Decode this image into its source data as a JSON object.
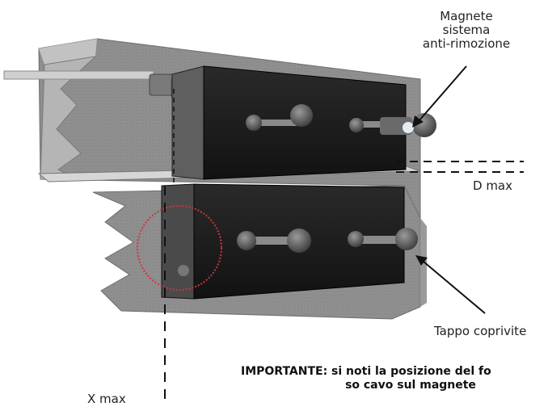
{
  "labels": {
    "magnet": [
      "Magnete",
      "sistema",
      "anti-rimozione"
    ],
    "d_max": "D max",
    "cap": "Tappo coprivite",
    "x_max": "X max"
  },
  "note": {
    "line1": "IMPORTANTE: si noti la posizione del fo",
    "line2": "so cavo sul magnete"
  },
  "colors": {
    "wall": "#a9a9a9",
    "wall_dark": "#8c8c8c",
    "block": "#1c1c1c",
    "block_side": "#5a5a5a",
    "highlight_circle": "#d0343c",
    "cable": "#bdbdbd"
  }
}
